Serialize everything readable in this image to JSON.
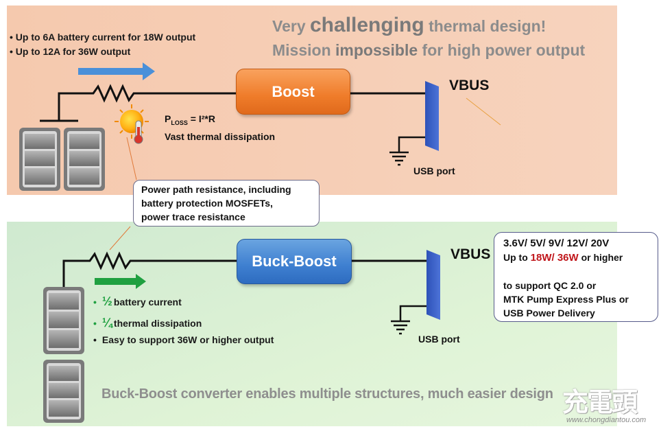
{
  "top": {
    "bullets": [
      "Up to 6A battery current for 18W output",
      "Up to 12A for 36W output"
    ],
    "heading_line1": {
      "pre": "Very ",
      "bold": "challenging",
      "post": " thermal design!"
    },
    "heading_line2": {
      "pre": "Mission ",
      "bold": "impossible",
      "post": " for high power output"
    },
    "converter_label": "Boost",
    "vbus_label": "VBUS",
    "usb_port_label": "USB port",
    "ploss": {
      "p": "P",
      "sub": "LOSS",
      "formula": " = I²*R",
      "line2_pre": "Vast ",
      "line2_bold": "thermal",
      "line2_post": " dissipation"
    }
  },
  "callout": {
    "lines": [
      "Power path resistance, including",
      "battery protection MOSFETs,",
      "power trace resistance"
    ]
  },
  "bottom": {
    "converter_label": "Buck-Boost",
    "vbus_label": "VBUS",
    "usb_port_label": "USB port",
    "bullets": [
      {
        "frac": "½",
        "text": "battery current"
      },
      {
        "frac": "¼",
        "text": "thermal dissipation"
      },
      {
        "frac": "",
        "text": "Easy to support 36W or higher output"
      }
    ],
    "voltage_box": {
      "line1": "3.6V/ 5V/ 9V/ 12V/ 20V",
      "line2_pre": "Up to ",
      "line2_red": "18W/ 36W",
      "line2_post": " or higher",
      "line3": "to support QC 2.0 or",
      "line4": "MTK Pump Express Plus or",
      "line5": "USB Power Delivery"
    },
    "summary": "Buck-Boost converter enables multiple structures, much easier design"
  },
  "watermark": {
    "logo": "充電頭",
    "url": "www.chongdiantou.com"
  },
  "colors": {
    "top_panel": "#f6cdb4",
    "bottom_panel": "#d8f0d4",
    "boost": "#ef7c2a",
    "buck_boost": "#3e7fd0",
    "arrow_blue": "#4a90d9",
    "arrow_green": "#1fa040",
    "highlight_red": "#c0161b"
  }
}
